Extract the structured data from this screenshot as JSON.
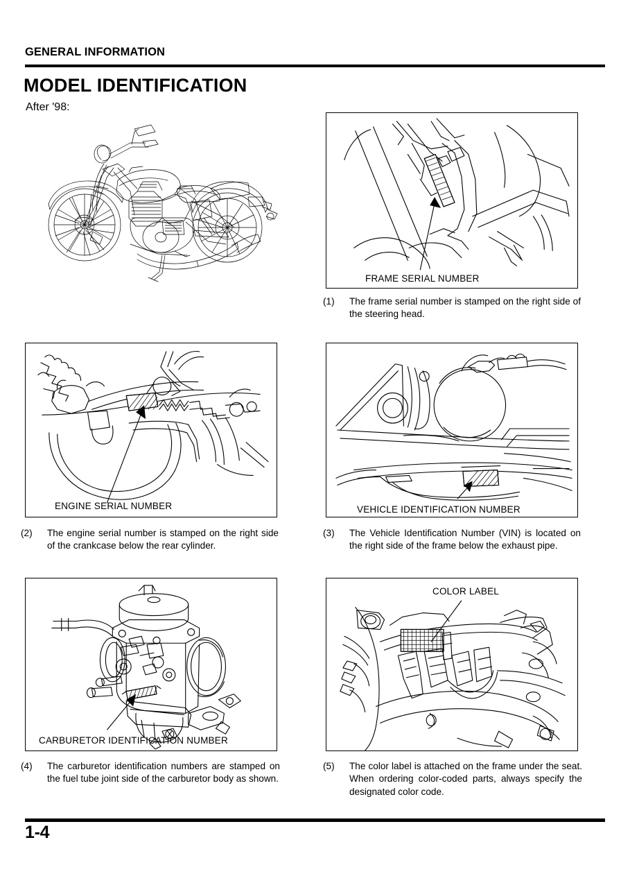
{
  "header": {
    "section_title": "GENERAL INFORMATION",
    "document_title": "MODEL IDENTIFICATION",
    "subtitle": "After '98:"
  },
  "footer": {
    "page_number": "1-4"
  },
  "figures": [
    {
      "id": "bike-overview",
      "label": "",
      "caption_number": "",
      "caption_text": ""
    },
    {
      "id": "frame-serial-number",
      "label": "FRAME SERIAL NUMBER",
      "caption_number": "(1)",
      "caption_text": "The frame serial number is stamped on the right side of the steering head."
    },
    {
      "id": "engine-serial-number",
      "label": "ENGINE SERIAL NUMBER",
      "caption_number": "(2)",
      "caption_text": "The engine serial number is stamped on the right side of the crankcase below the rear cylinder."
    },
    {
      "id": "vehicle-identification-number",
      "label": "VEHICLE IDENTIFICATION NUMBER",
      "caption_number": "(3)",
      "caption_text": "The Vehicle Identification Number (VIN) is located on the right side of the frame below the exhaust pipe."
    },
    {
      "id": "carburetor-identification-number",
      "label": "CARBURETOR IDENTIFICATION NUMBER",
      "caption_number": "(4)",
      "caption_text": "The carburetor identification numbers are stamped on the fuel tube joint side of the carburetor body as shown."
    },
    {
      "id": "color-label",
      "label": "COLOR LABEL",
      "caption_number": "(5)",
      "caption_text": "The color label is attached on the frame under the seat. When ordering color-coded parts, always specify the designated color code."
    }
  ],
  "colors": {
    "ink": "#000000",
    "paper": "#ffffff"
  }
}
